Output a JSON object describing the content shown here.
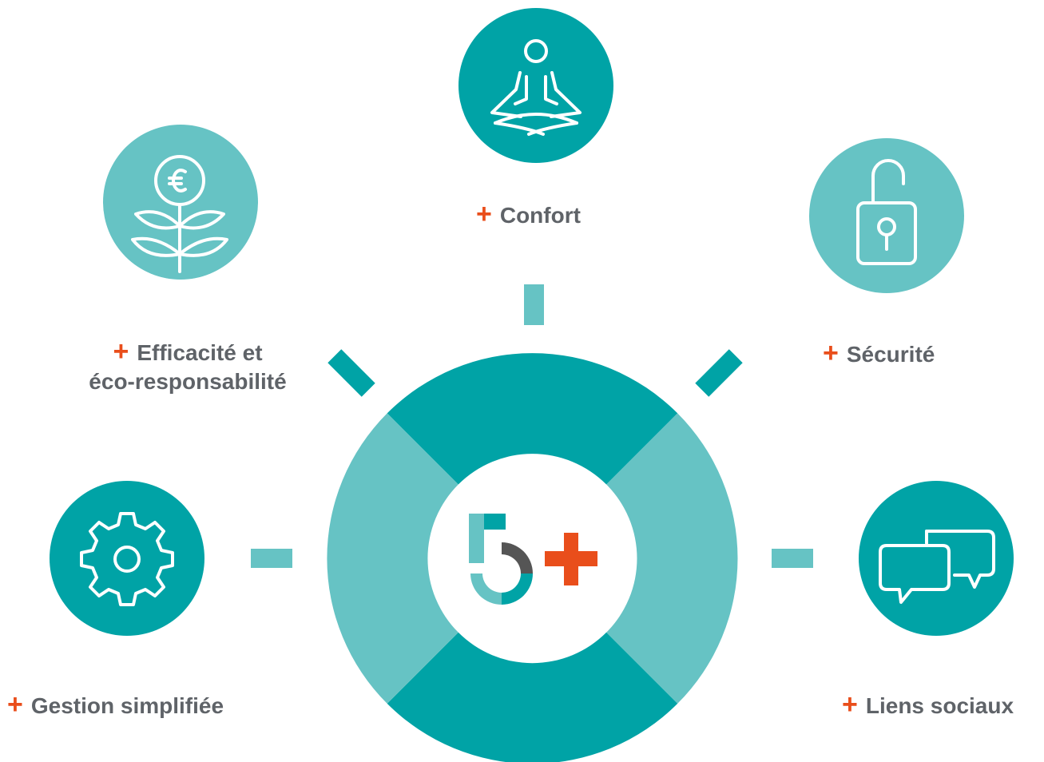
{
  "colors": {
    "teal_dark": "#00a3a6",
    "teal_light": "#66c3c4",
    "accent": "#e94e1b",
    "text": "#5f6368",
    "digit_grey": "#555555"
  },
  "center": {
    "number": "5",
    "plus": "+"
  },
  "items": [
    {
      "id": "confort",
      "icon": "meditation-icon",
      "plus": "+",
      "label": "Confort"
    },
    {
      "id": "efficacite",
      "icon": "euro-plant-icon",
      "plus": "+",
      "label_line1": "Efficacité et",
      "label_line2": "éco-responsabilité"
    },
    {
      "id": "securite",
      "icon": "open-padlock-icon",
      "plus": "+",
      "label": "Sécurité"
    },
    {
      "id": "gestion",
      "icon": "gear-icon",
      "plus": "+",
      "label": "Gestion simplifiée"
    },
    {
      "id": "liens",
      "icon": "speech-bubbles-icon",
      "plus": "+",
      "label": "Liens sociaux"
    }
  ]
}
